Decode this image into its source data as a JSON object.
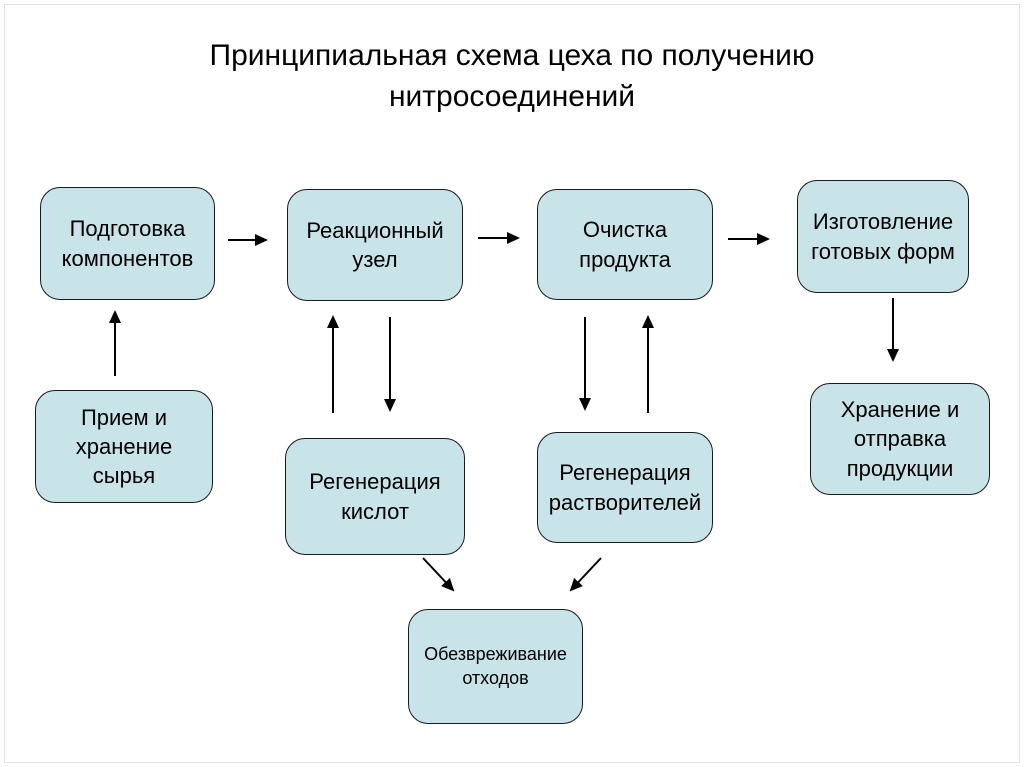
{
  "title": "Принципиальная схема цеха по получению нитросоединений",
  "colors": {
    "box_fill": "#c9e4e9",
    "box_border": "#1a1a1a",
    "arrow": "#000000",
    "background": "#ffffff",
    "page_border": "#e2e2e2"
  },
  "diagram": {
    "nodes": [
      {
        "id": "prep",
        "label": "Подготовка компонентов"
      },
      {
        "id": "reactor",
        "label": "Реакционный узел"
      },
      {
        "id": "purify",
        "label": "Очистка продукта"
      },
      {
        "id": "forms",
        "label": "Изготовление готовых форм"
      },
      {
        "id": "raw",
        "label": "Прием и хранение сырья"
      },
      {
        "id": "acid",
        "label": "Регенерация кислот"
      },
      {
        "id": "solvent",
        "label": "Регенерация растворителей"
      },
      {
        "id": "storage",
        "label": "Хранение и отправка продукции"
      },
      {
        "id": "waste",
        "label": "Обезвреживание отходов"
      }
    ],
    "edges": [
      {
        "from": "raw",
        "to": "prep"
      },
      {
        "from": "prep",
        "to": "reactor"
      },
      {
        "from": "reactor",
        "to": "purify"
      },
      {
        "from": "purify",
        "to": "forms"
      },
      {
        "from": "acid",
        "to": "reactor"
      },
      {
        "from": "reactor",
        "to": "acid"
      },
      {
        "from": "purify",
        "to": "solvent"
      },
      {
        "from": "solvent",
        "to": "purify"
      },
      {
        "from": "forms",
        "to": "storage"
      },
      {
        "from": "acid",
        "to": "waste"
      },
      {
        "from": "solvent",
        "to": "waste"
      }
    ]
  }
}
